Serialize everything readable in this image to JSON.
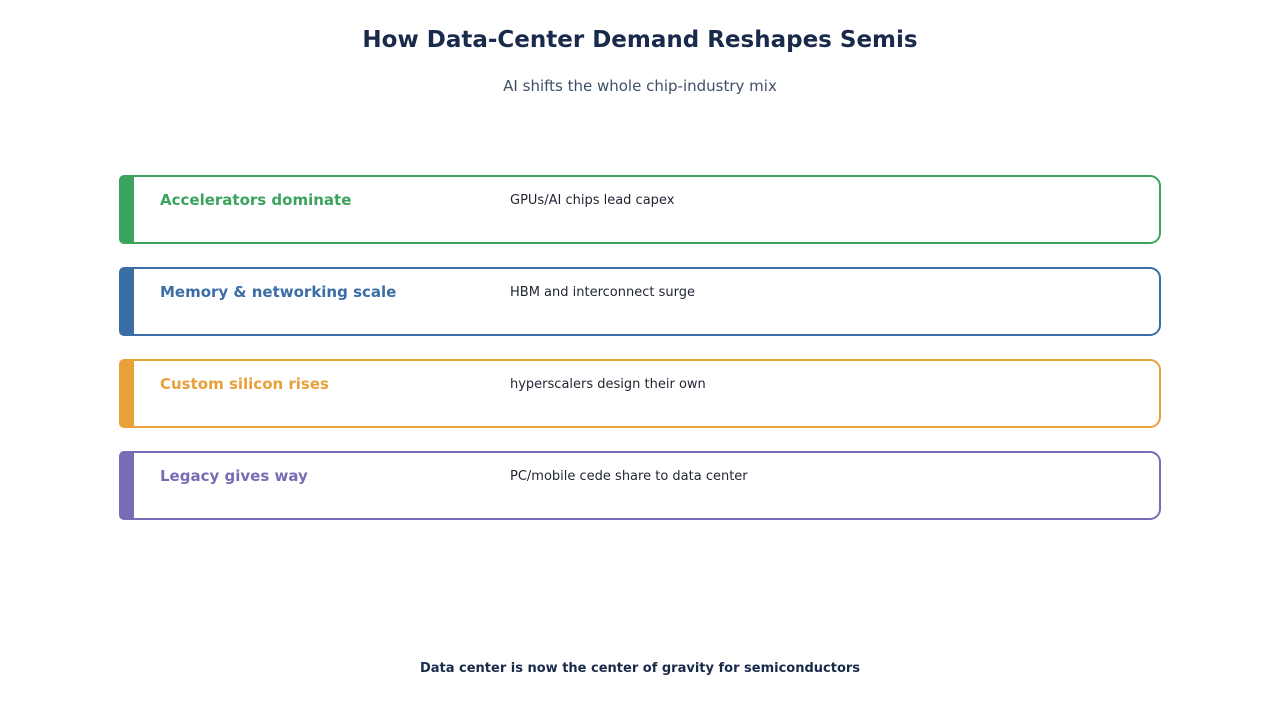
{
  "title": "How Data-Center Demand Reshapes Semis",
  "subtitle": "AI shifts the whole chip-industry mix",
  "items": [
    {
      "label": "Accelerators dominate",
      "description": "GPUs/AI chips lead capex",
      "color": "#3aa35e"
    },
    {
      "label": "Memory & networking scale",
      "description": "HBM and interconnect surge",
      "color": "#3a6ea5"
    },
    {
      "label": "Custom silicon rises",
      "description": "hyperscalers design their own",
      "color": "#e8a03a"
    },
    {
      "label": "Legacy gives way",
      "description": "PC/mobile cede share to data center",
      "color": "#7a6bb5"
    }
  ],
  "footer": "Data center is now the center of gravity for semiconductors"
}
